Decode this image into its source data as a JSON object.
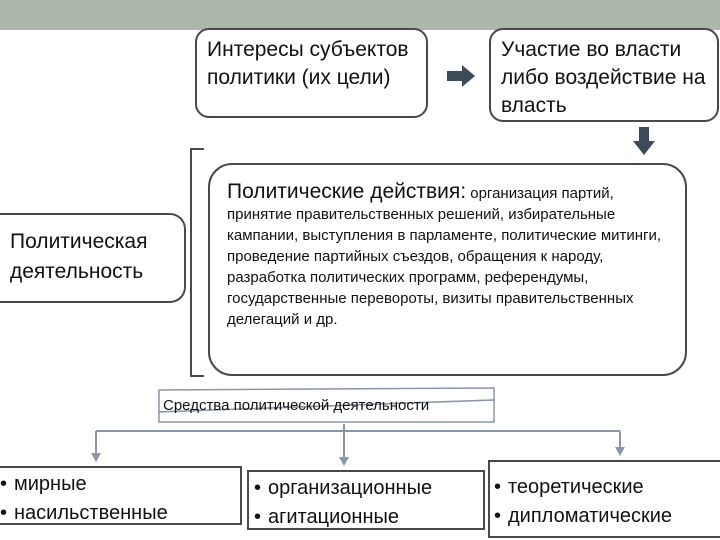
{
  "diagram": {
    "goals": {
      "text": "Интересы субъектов политики (их цели)"
    },
    "participation": {
      "text": "Участие во власти либо воздействие на власть"
    },
    "activity": {
      "text": "Политическая деятельность"
    },
    "actions": {
      "title": "Политические действия:",
      "text": " организация партий, принятие правительственных решений, избирательные кампании, выступления в парламенте, политические митинги, проведение партийных съездов, обращения к народу, разработка политических программ, референдумы, государственные перевороты, визиты правительственных делегаций и др."
    },
    "means": {
      "label": "Средства политической деятельности"
    },
    "categories": [
      {
        "items": [
          "мирные",
          "насильственные"
        ]
      },
      {
        "items": [
          "организационные",
          "агитационные"
        ]
      },
      {
        "items": [
          "теоретические",
          "дипломатические"
        ]
      }
    ]
  },
  "colors": {
    "top_bar": "#a9b8a9",
    "border": "#4a4a4a",
    "arrow": "#3c4a5a",
    "connector": "#8a96aa"
  }
}
